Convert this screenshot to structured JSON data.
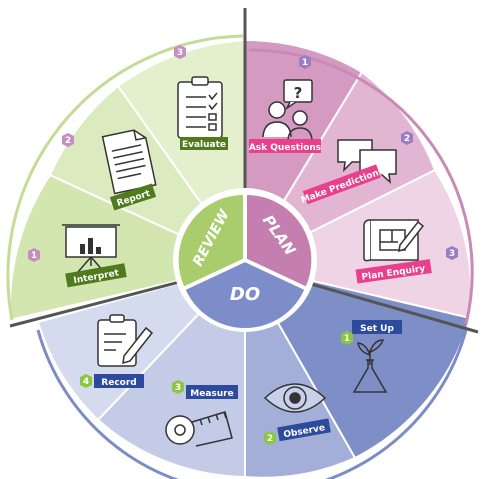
{
  "hub": {
    "review": "REVIEW",
    "plan": "PLAN",
    "do": "DO"
  },
  "review": {
    "steps": [
      {
        "number": "1",
        "label": "Interpret",
        "icon": "presentation-board-icon"
      },
      {
        "number": "2",
        "label": "Report",
        "icon": "document-icon"
      },
      {
        "number": "3",
        "label": "Evaluate",
        "icon": "checklist-clipboard-icon"
      }
    ]
  },
  "plan": {
    "steps": [
      {
        "number": "1",
        "label": "Ask Questions",
        "icon": "people-question-icon"
      },
      {
        "number": "2",
        "label": "Make Predictions",
        "icon": "speech-bubbles-icon"
      },
      {
        "number": "3",
        "label": "Plan Enquiry",
        "icon": "blueprint-pencil-icon"
      }
    ]
  },
  "do": {
    "steps": [
      {
        "number": "1",
        "label": "Set Up",
        "icon": "flask-plant-icon"
      },
      {
        "number": "2",
        "label": "Observe",
        "icon": "eye-icon"
      },
      {
        "number": "3",
        "label": "Measure",
        "icon": "tape-measure-icon"
      },
      {
        "number": "4",
        "label": "Record",
        "icon": "clipboard-pencil-icon"
      }
    ]
  },
  "colors": {
    "review_light": "#e3edcb",
    "review_mid": "#cde0a5",
    "review_dark": "#b2d07c",
    "review_label": "#4f7a1e",
    "plan_light": "#f2d9ea",
    "plan_mid": "#e4b7d3",
    "plan_dark": "#d290bb",
    "plan_label": "#e8408c",
    "do_light": "#d7dcec",
    "do_mid": "#b7c0de",
    "do_dark": "#8f9ccc",
    "do_label": "#2d4a9d",
    "badge_green": "#8cc63f",
    "badge_purple": "#9b7dc4"
  }
}
